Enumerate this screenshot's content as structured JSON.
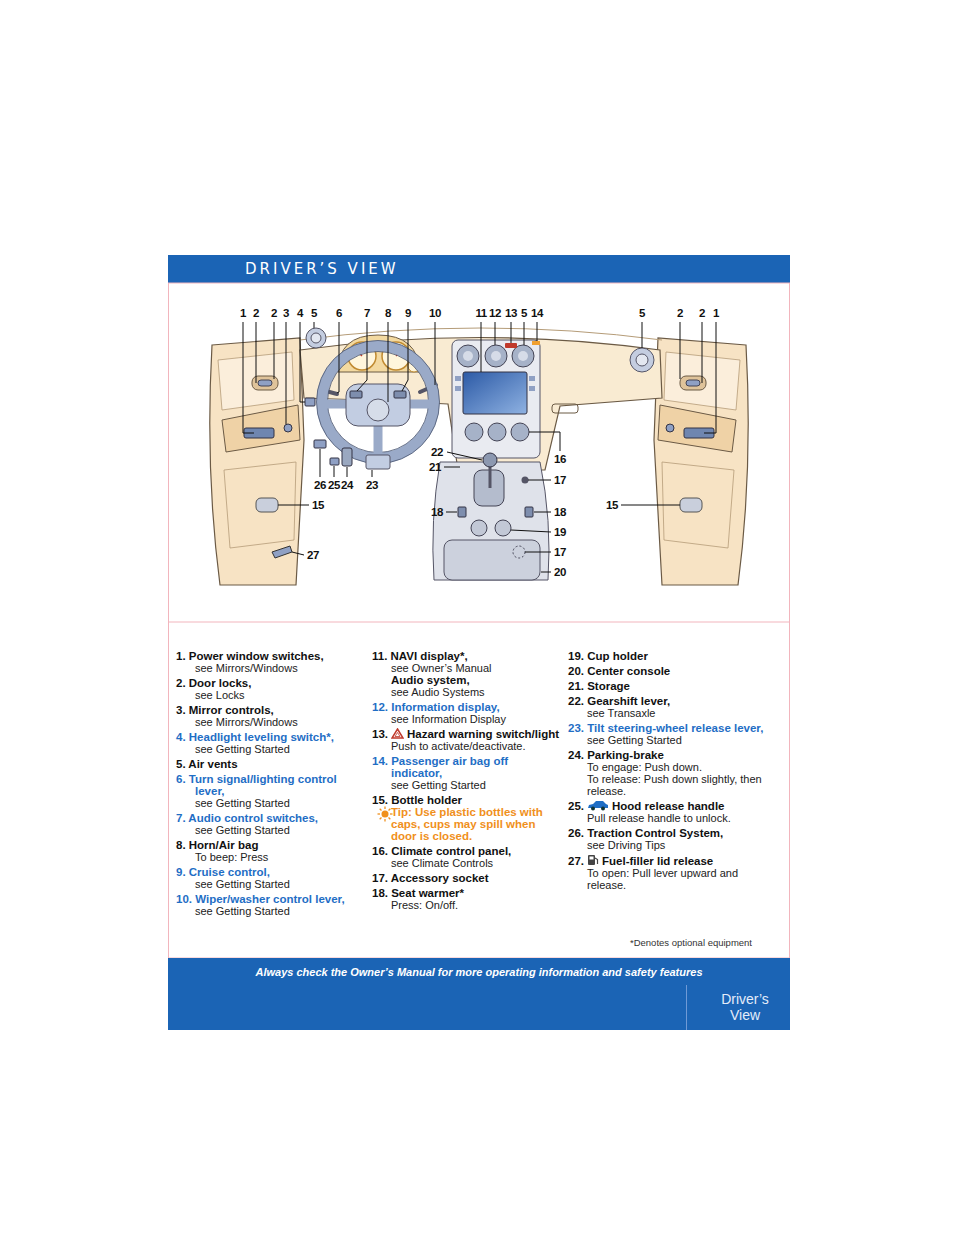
{
  "diagram": {
    "title": "DRIVER’S VIEW",
    "nodes": [
      {
        "text": [
          "Always check the Owner’s Manual for more operating information and safety features"
        ]
      },
      {
        "text": [
          "Driver’s View"
        ],
        "in": 0
      }
    ],
    "labels": [
      "1",
      "2",
      "2",
      "3",
      "4",
      "5",
      "6",
      "7",
      "8",
      "9",
      "10",
      "11",
      "12",
      "13",
      "5",
      "14",
      "5",
      "2",
      "2",
      "1",
      "22",
      "21",
      "16",
      "17",
      "26",
      "25",
      "24",
      "23",
      "15",
      "18",
      "18",
      "15",
      "19",
      "17",
      "27",
      "20",
      "1. Power window switches,",
      "see Mirrors/Windows",
      "2. Door locks,",
      "see Locks",
      "3. Mirror controls,",
      "see Mirrors/Windows",
      "4. Headlight leveling switch*,",
      "see Getting Started",
      "5. Air vents",
      "6. Turn signal/lighting control lever,",
      "see Getting Started",
      "7. Audio control switches,",
      "see Getting Started",
      "8. Horn/Air bag",
      "To beep: Press",
      "9. Cruise control,",
      "see Getting Started",
      "10. Wiper/washer control lever,",
      "see Getting Started",
      "11. NAVI display*,",
      "see Owner’s Manual",
      "Audio system,",
      "see Audio Systems",
      "12. Information display,",
      "see Information Display",
      "13.",
      "Hazard warning switch/light",
      "Push to activate/deactivate.",
      "14. Passenger air bag off indicator,",
      "see Getting Started",
      "15. Bottle holder",
      "Tip: Use plastic bottles with caps, cups may spill when door is closed.",
      "16. Climate control panel,",
      "see Climate Controls",
      "17. Accessory socket",
      "18. Seat warmer*",
      "Press: On/off.",
      "19. Cup holder",
      "20. Center console",
      "21. Storage",
      "22. Gearshift lever,",
      "see Transaxle",
      "23. Tilt steering-wheel release lever,",
      "see Getting Started",
      "24. Parking-brake",
      "To engage: Push down.",
      "To release: Push down slightly, then release.",
      "25.",
      "Hood release handle",
      "Pull release handle to unlock.",
      "26. Traction Control System,",
      "see Driving Tips",
      "27.",
      "Fuel-filler lid release",
      "To open: Pull lever upward and release.",
      "*Denotes optional equipment"
    ]
  }
}
